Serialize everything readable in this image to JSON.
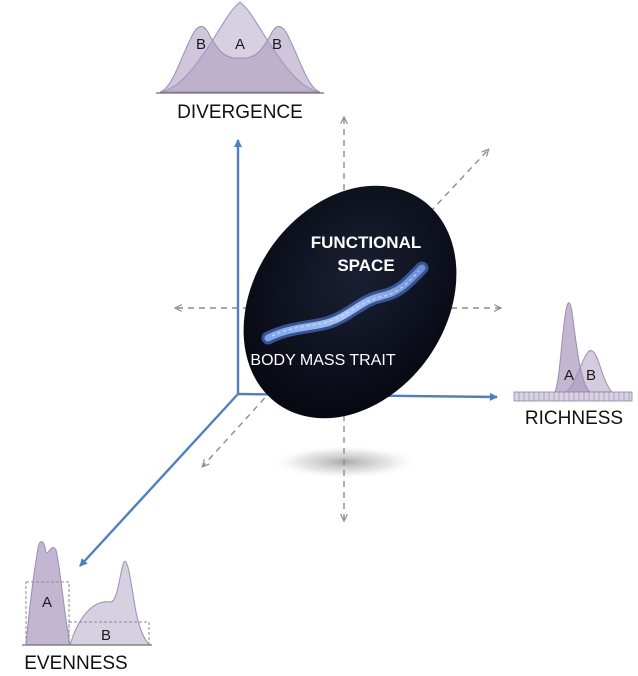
{
  "labels": {
    "divergence": "DIVERGENCE",
    "richness": "RICHNESS",
    "evenness": "EVENNESS"
  },
  "functional_space": {
    "title_line1": "FUNCTIONAL",
    "title_line2": "SPACE",
    "trait": "BODY MASS TRAIT"
  },
  "distributions": {
    "divergence": {
      "left_letter": "B",
      "center_letter": "A",
      "right_letter": "B"
    },
    "richness": {
      "letter_a": "A",
      "letter_b": "B"
    },
    "evenness": {
      "letter_a": "A",
      "letter_b": "B"
    }
  },
  "colors": {
    "axis": "#4f7fbf",
    "dashed": "#8c8c8c",
    "ellipse": "#0b0e1c",
    "dist_fill": "#b7a9c8",
    "dist_stroke": "#9c8db3"
  }
}
